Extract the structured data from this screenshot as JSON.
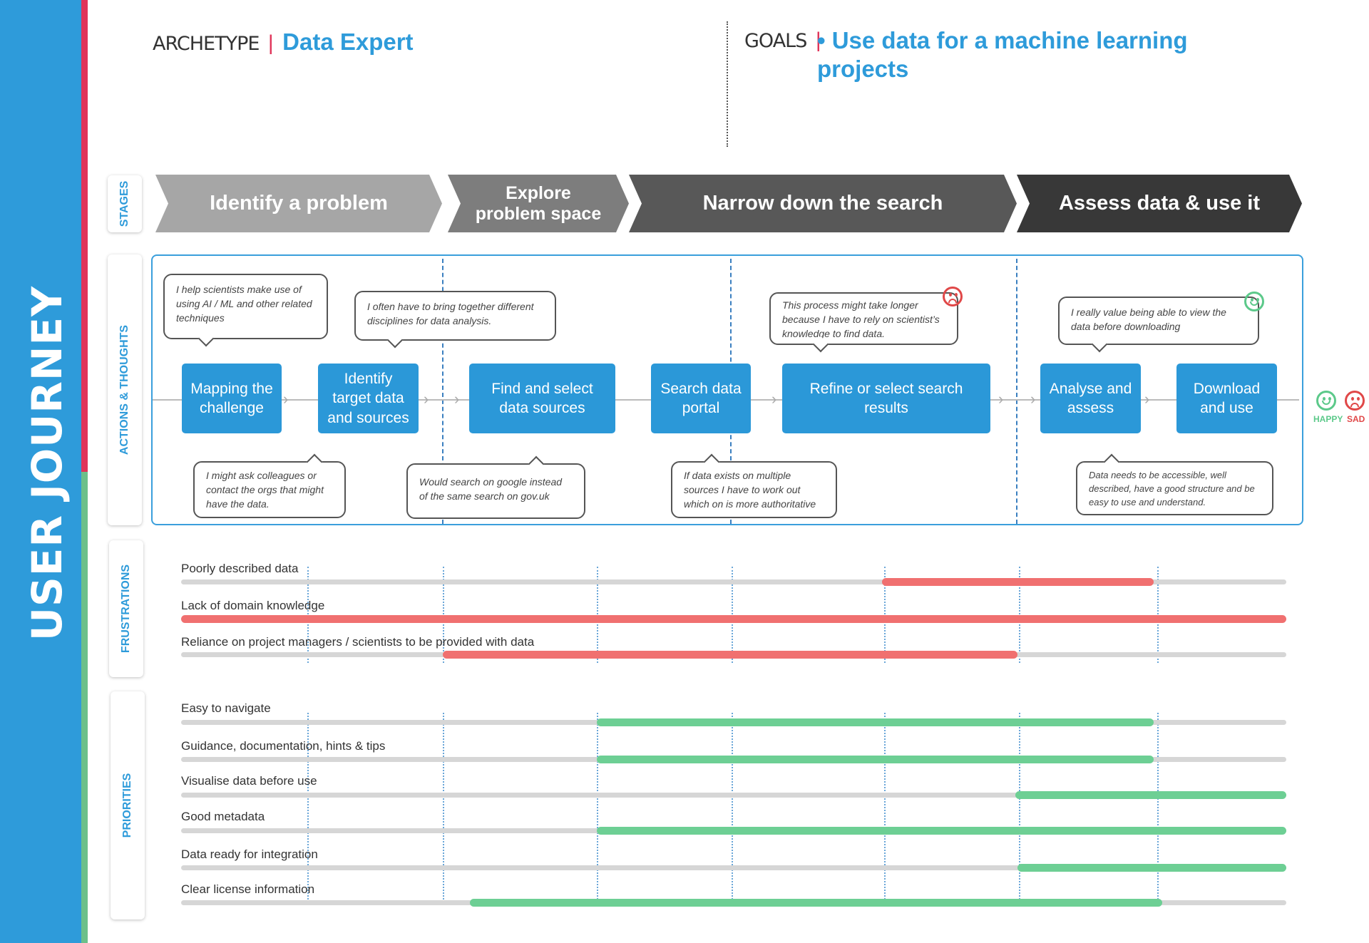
{
  "sidebar": {
    "title": "USER JOURNEY"
  },
  "colors": {
    "primary_blue": "#2e9bda",
    "accent_red": "#e0355a",
    "accent_green": "#6cc08a",
    "frustration_bar": "#f07070",
    "priority_bar": "#6dcf94",
    "happy": "#5cc98a",
    "sad": "#e04848"
  },
  "header": {
    "archetype_label": "ARCHETYPE",
    "separator": "|",
    "archetype_value": "Data Expert",
    "goals_label": "GOALS",
    "goals_value_line1": "• Use data for a machine learning",
    "goals_value_line2": "projects"
  },
  "sections": {
    "stages": "STAGES",
    "actions": "ACTIONS & THOUGHTS",
    "frustrations": "FRUSTRATIONS",
    "priorities": "PRIORITIES"
  },
  "stages": [
    {
      "line1": "Identify a problem",
      "line2": "",
      "color": "#a6a6a6"
    },
    {
      "line1": "Explore",
      "line2": "problem space",
      "color": "#7d7d7d"
    },
    {
      "line1": "Narrow down the search",
      "line2": "",
      "color": "#585858"
    },
    {
      "line1": "Assess data & use it",
      "line2": "",
      "color": "#383838"
    }
  ],
  "steps": [
    {
      "line1": "Mapping the",
      "line2": "challenge",
      "line3": ""
    },
    {
      "line1": "Identify",
      "line2": "target data",
      "line3": "and sources"
    },
    {
      "line1": "Find and select",
      "line2": "data sources",
      "line3": ""
    },
    {
      "line1": "Search data",
      "line2": "portal",
      "line3": ""
    },
    {
      "line1": "Refine or select search",
      "line2": "results",
      "line3": ""
    },
    {
      "line1": "Analyse and",
      "line2": "assess",
      "line3": ""
    },
    {
      "line1": "Download",
      "line2": "and use",
      "line3": ""
    }
  ],
  "thoughts_above": [
    {
      "text": "I help scientists make use of using AI / ML and other related techniques"
    },
    {
      "text": "I often have to bring together different disciplines for data analysis."
    },
    {
      "text": "This process might take longer because I have to rely on scientist’s knowledge to find data.",
      "mood": "sad"
    },
    {
      "text": "I really value being able to view the data before downloading",
      "mood": "happy"
    }
  ],
  "thoughts_below": [
    {
      "text": "I might ask colleagues or contact the orgs that might have the data."
    },
    {
      "text": "Would search on google instead of the same search on gov.uk"
    },
    {
      "text": "If data exists on multiple sources I have to work out which on is more authoritative"
    },
    {
      "text": "Data needs to be accessible, well described, have a good structure and be easy to use and understand."
    }
  ],
  "legend": {
    "happy": "HAPPY",
    "sad": "SAD"
  },
  "frustrations": [
    {
      "label": "Poorly described data",
      "start": 0.634,
      "end": 0.88
    },
    {
      "label": "Lack of domain knowledge",
      "start": 0.0,
      "end": 1.0
    },
    {
      "label": "Reliance on project managers / scientists to be provided with data",
      "start": 0.237,
      "end": 0.757
    }
  ],
  "priorities": [
    {
      "label": "Easy to navigate",
      "start": 0.376,
      "end": 0.88
    },
    {
      "label": "Guidance, documentation, hints & tips",
      "start": 0.376,
      "end": 0.88
    },
    {
      "label": "Visualise data before use",
      "start": 0.755,
      "end": 1.0
    },
    {
      "label": "Good metadata",
      "start": 0.376,
      "end": 1.0
    },
    {
      "label": "Data ready for integration",
      "start": 0.757,
      "end": 1.0
    },
    {
      "label": "Clear license information",
      "start": 0.261,
      "end": 0.888
    }
  ]
}
